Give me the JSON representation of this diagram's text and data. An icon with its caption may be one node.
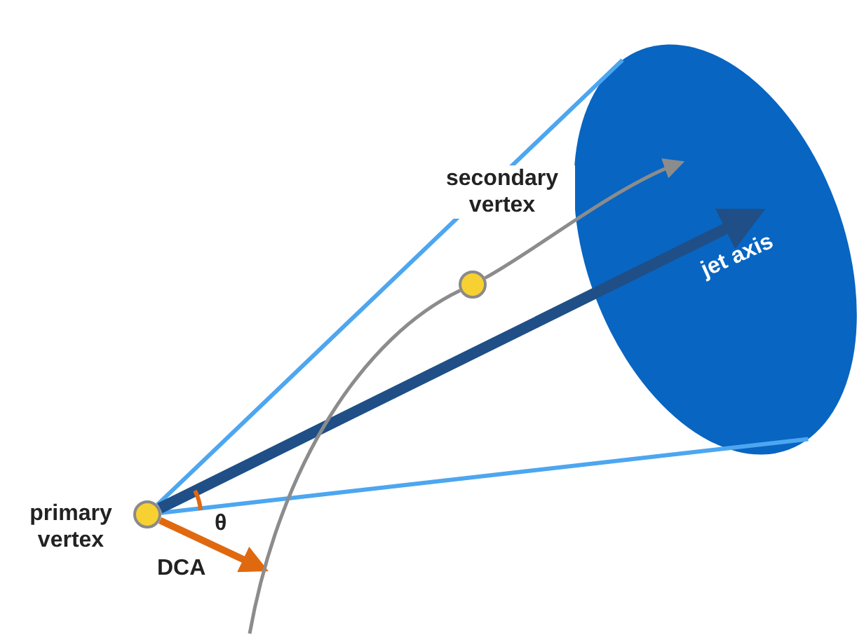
{
  "diagram": {
    "nodes": [
      {
        "text": [],
        "shape": "circle",
        "beside": [
          "primary vertex"
        ]
      },
      {
        "text": [],
        "shape": "circle"
      },
      {
        "text": [],
        "shape": "ellipse"
      }
    ],
    "edges": [
      {
        "from": 0,
        "to": 2,
        "arrow": "none"
      },
      {
        "from": 0,
        "to": 2,
        "arrow": "none"
      },
      {
        "from": 0,
        "to": 2,
        "arrow": "to",
        "label": "jet axis",
        "style": "thick",
        "color": "#1f4f86"
      },
      {
        "from": 0,
        "to": null,
        "arrow": "to",
        "label": "DCA",
        "color": "#e0690f"
      },
      {
        "from": null,
        "to": 1,
        "arrow": "none",
        "color": "#8c8c8c"
      },
      {
        "from": 1,
        "to": 2,
        "arrow": "to",
        "color": "#8c8c8c"
      }
    ],
    "labels": [
      "secondary vertex",
      "θ"
    ]
  }
}
